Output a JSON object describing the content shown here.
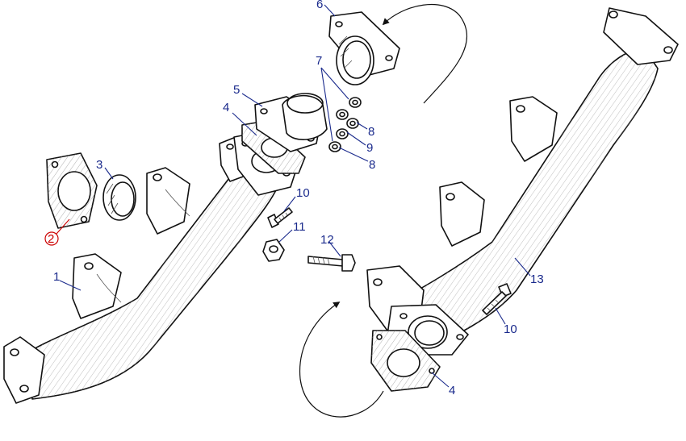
{
  "labels": {
    "l1": "1",
    "l2": "2",
    "l3": "3",
    "l4a": "4",
    "l4b": "4",
    "l5": "5",
    "l6": "6",
    "l7": "7",
    "l8a": "8",
    "l8b": "8",
    "l9": "9",
    "l10a": "10",
    "l10b": "10",
    "l11": "11",
    "l12": "12",
    "l13": "13"
  },
  "colors": {
    "label": "#1a2a8c",
    "highlight": "#cc0000",
    "ink": "#111111"
  }
}
